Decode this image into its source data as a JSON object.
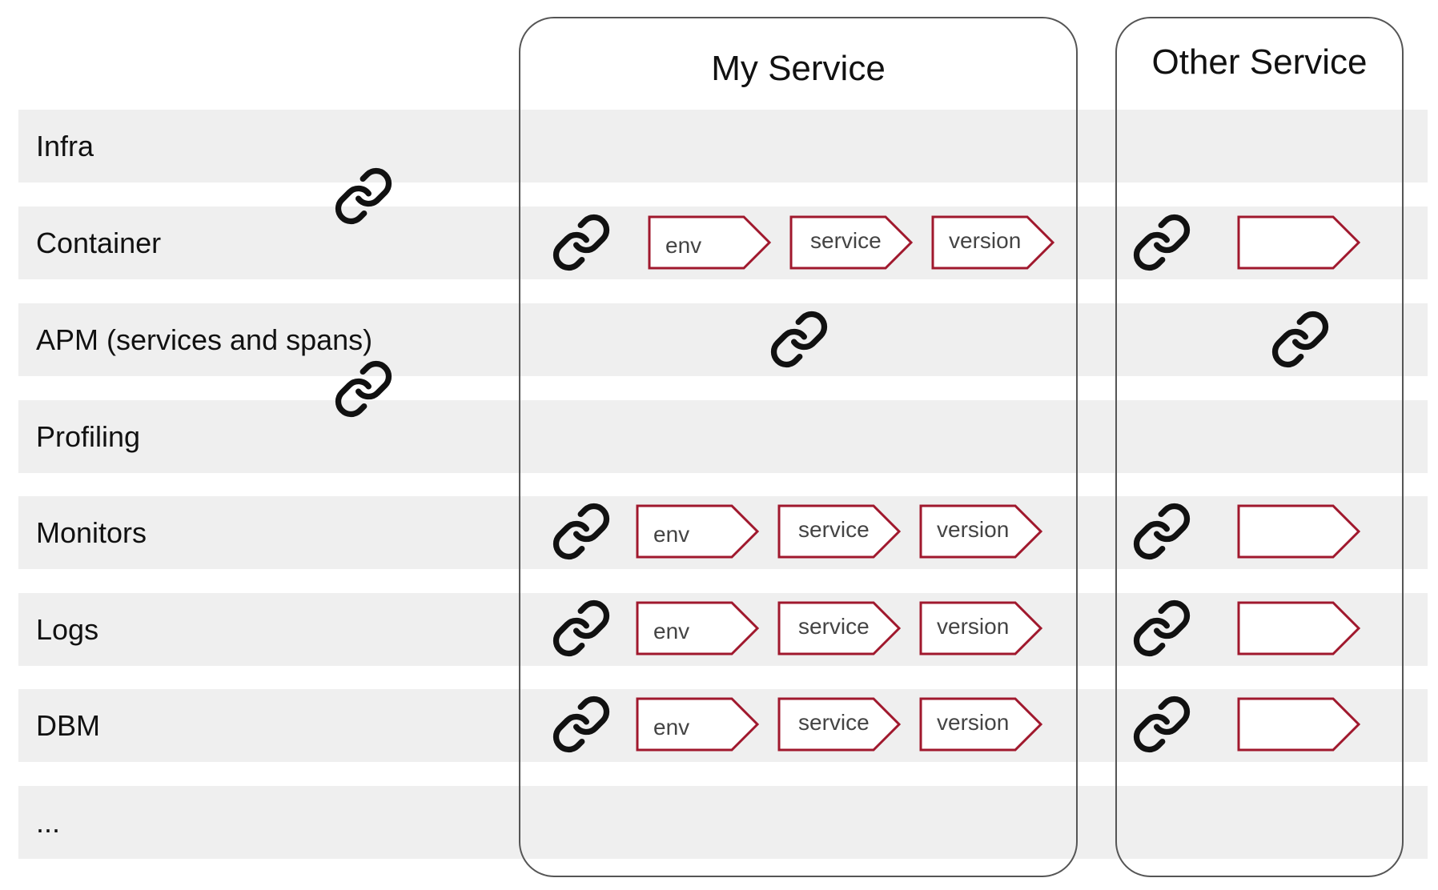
{
  "columns": {
    "my_service": {
      "title": "My Service"
    },
    "other_service": {
      "title": "Other Service"
    }
  },
  "rows": [
    {
      "label": "Infra"
    },
    {
      "label": "Container"
    },
    {
      "label": "APM (services and spans)"
    },
    {
      "label": "Profiling"
    },
    {
      "label": "Monitors"
    },
    {
      "label": "Logs"
    },
    {
      "label": "DBM"
    },
    {
      "label": "..."
    }
  ],
  "tags": {
    "env": "env",
    "service": "service",
    "version": "version"
  },
  "colors": {
    "tag_border": "#a0182d",
    "band": "#efefef",
    "panel_border": "#555555",
    "link_icon": "#111111"
  },
  "icons": {
    "link": "link-icon",
    "tag": "tag-icon"
  }
}
